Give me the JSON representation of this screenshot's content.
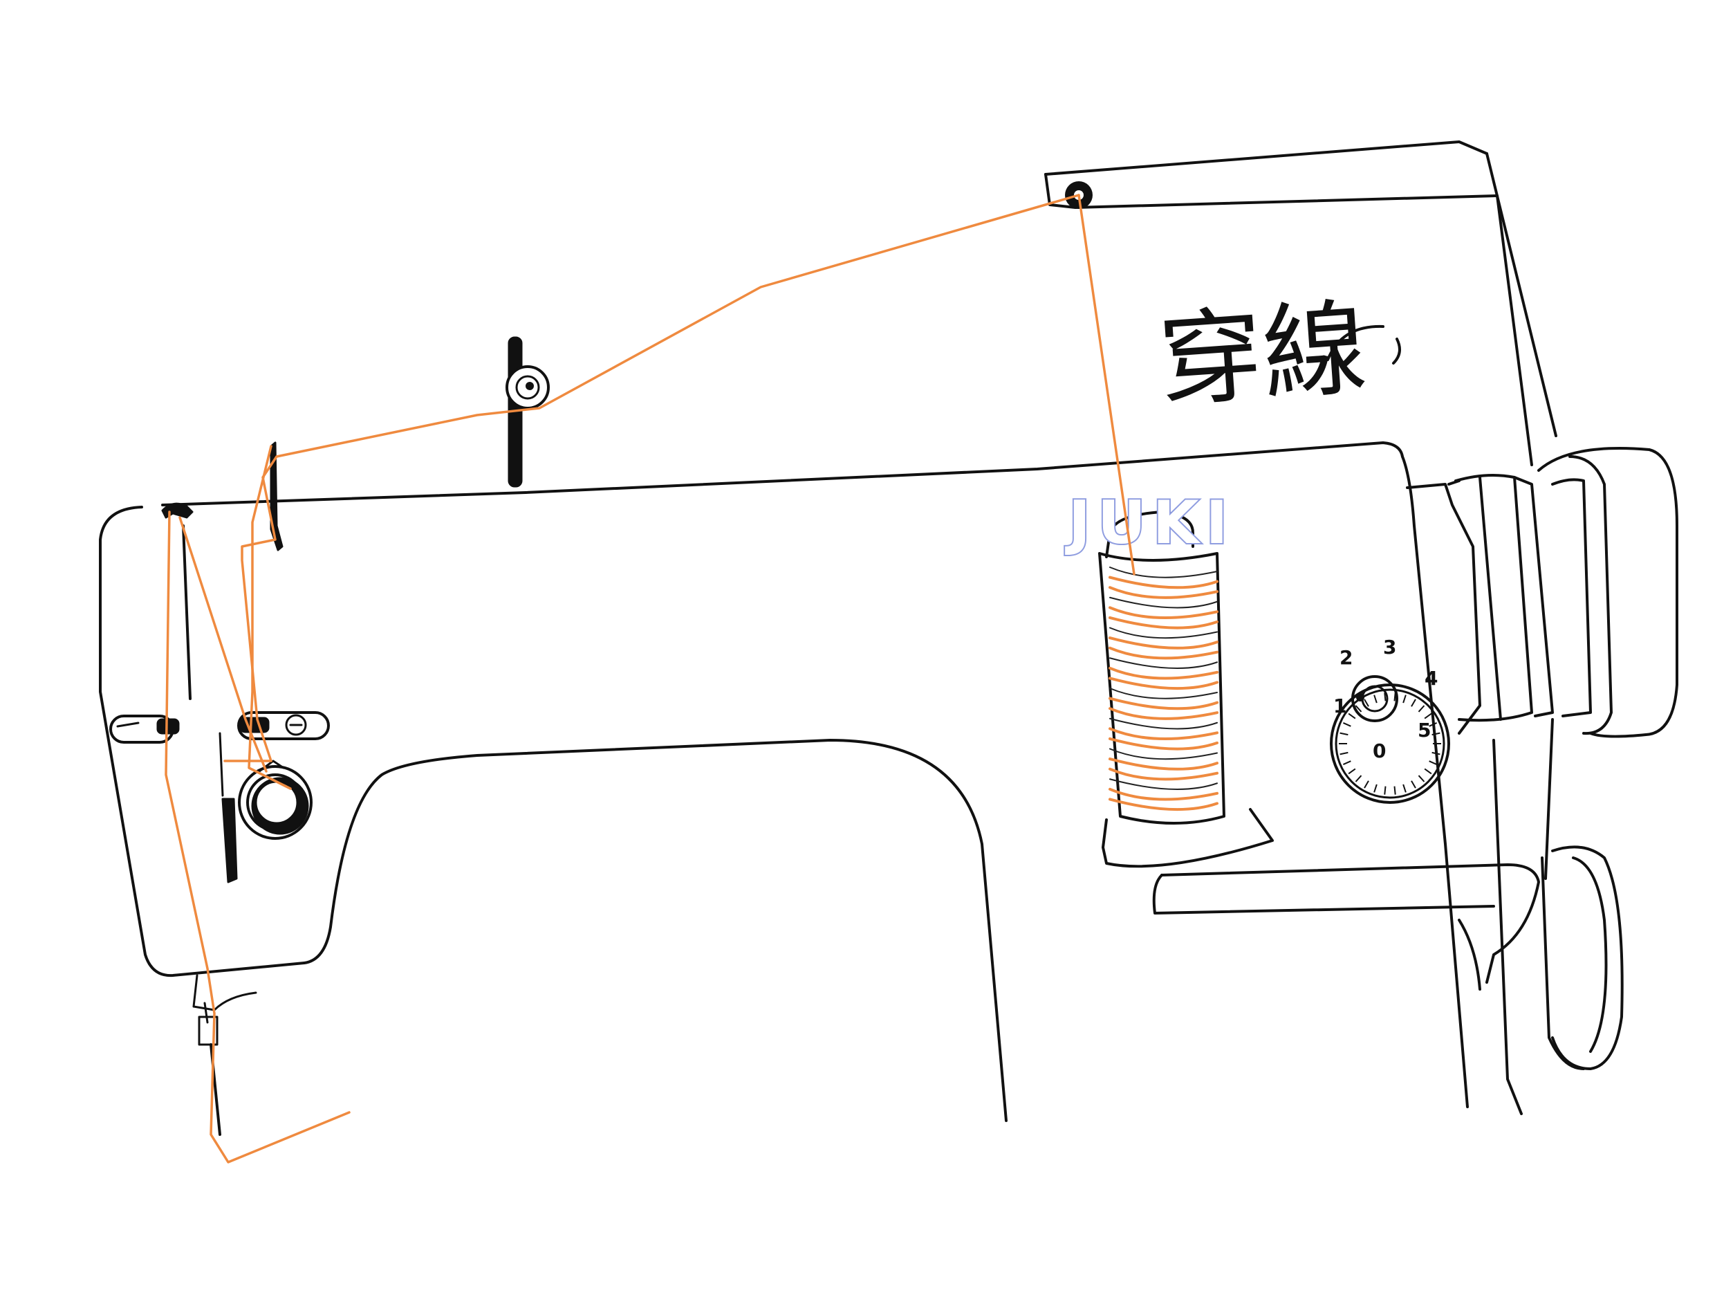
{
  "title": "穿線",
  "brand_label": "JUKI",
  "stitch_dial": {
    "numbers": [
      "0",
      "1",
      "2",
      "3",
      "4",
      "5"
    ]
  },
  "colors": {
    "thread": "#ef8a3f",
    "outline": "#111111",
    "brand": "#8f9de0"
  }
}
